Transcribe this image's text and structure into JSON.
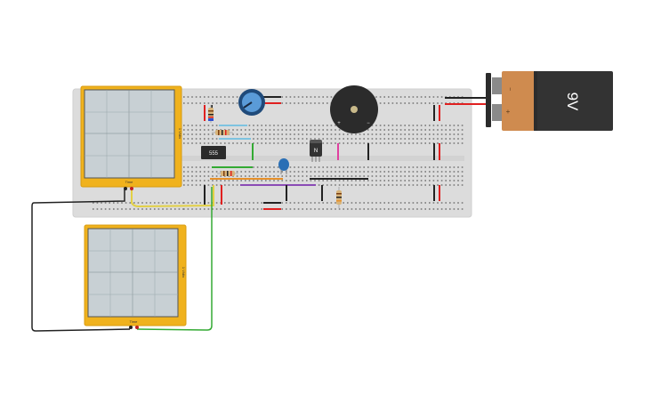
{
  "workspace": {
    "battery": {
      "voltage_label": "9V",
      "plus_label": "+",
      "minus_label": "−"
    },
    "timer_ic": {
      "label": "555"
    },
    "transistor": {
      "label": "N"
    },
    "buzzer": {
      "plus_label": "+",
      "minus_label": "−"
    },
    "oscilloscope_top": {
      "side_label": "1 V/div",
      "bottom_label": "Time"
    },
    "oscilloscope_bottom": {
      "side_label": "1 V/div",
      "bottom_label": "Time"
    },
    "colors": {
      "breadboard": "#dcdcdc",
      "scope_frame": "#f0b21d",
      "scope_screen": "#c8d0d4",
      "battery_body": "#333333",
      "battery_cap": "#cf8b4f",
      "buzzer": "#2b2b2b",
      "pot": "#2f5f9a",
      "wire_red": "#e02020",
      "wire_black": "#222222",
      "wire_green": "#33aa33",
      "wire_yellow": "#e2d045",
      "wire_orange": "#e6902a",
      "wire_purple": "#8a4bb5",
      "wire_lightblue": "#7ec3e0",
      "wire_pink": "#e040a0"
    }
  }
}
